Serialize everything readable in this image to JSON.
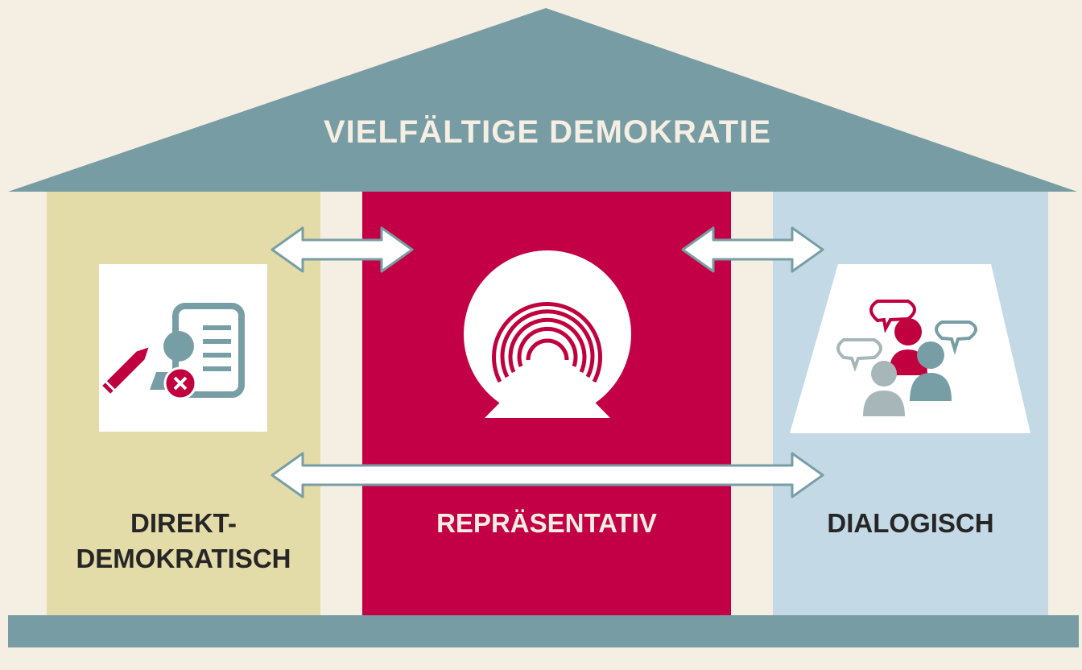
{
  "roof": {
    "title": "VIELFÄLTIGE DEMOKRATIE"
  },
  "pillars": [
    {
      "id": "direct",
      "lines": [
        "DIREKT-",
        "DEMOKRATISCH"
      ],
      "icon": "ballot-document-icon"
    },
    {
      "id": "representative",
      "lines": [
        "REPRÄSENTATIV"
      ],
      "icon": "parliament-arc-icon"
    },
    {
      "id": "dialogic",
      "lines": [
        "DIALOGISCH"
      ],
      "icon": "people-dialogue-icon"
    }
  ],
  "colors": {
    "background": "#f5eee3",
    "roof": "#779ca3",
    "base": "#779ca3",
    "pillar_direct": "#e3dba8",
    "pillar_representative": "#c30045",
    "pillar_dialogic": "#c3d9e5",
    "text_dark": "#262626",
    "text_light": "#f5eee3",
    "accent_red": "#c0003f",
    "icon_grey": "#789ea5",
    "icon_light_grey": "#a6b6b9",
    "arrow_fill": "#ffffff",
    "arrow_stroke": "#789ea5"
  }
}
